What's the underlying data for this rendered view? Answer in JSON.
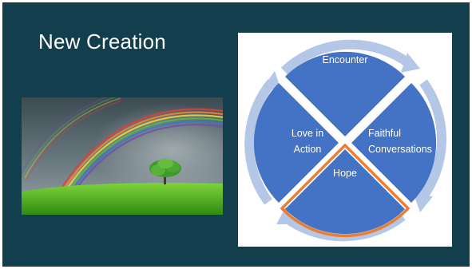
{
  "slide": {
    "title": "New Creation"
  },
  "diagram": {
    "quadrants": {
      "top": "Encounter",
      "right_line1": "Faithful",
      "right_line2": "Conversations",
      "left_line1": "Love in",
      "left_line2": "Action",
      "bottom": "Hope"
    },
    "colors": {
      "quadrant_fill": "#4472c4",
      "cycle_arrows": "#b4c7e7",
      "highlight": "#ed7d31"
    }
  },
  "photo": {
    "subject": "rainbow over green meadow with single tree"
  }
}
